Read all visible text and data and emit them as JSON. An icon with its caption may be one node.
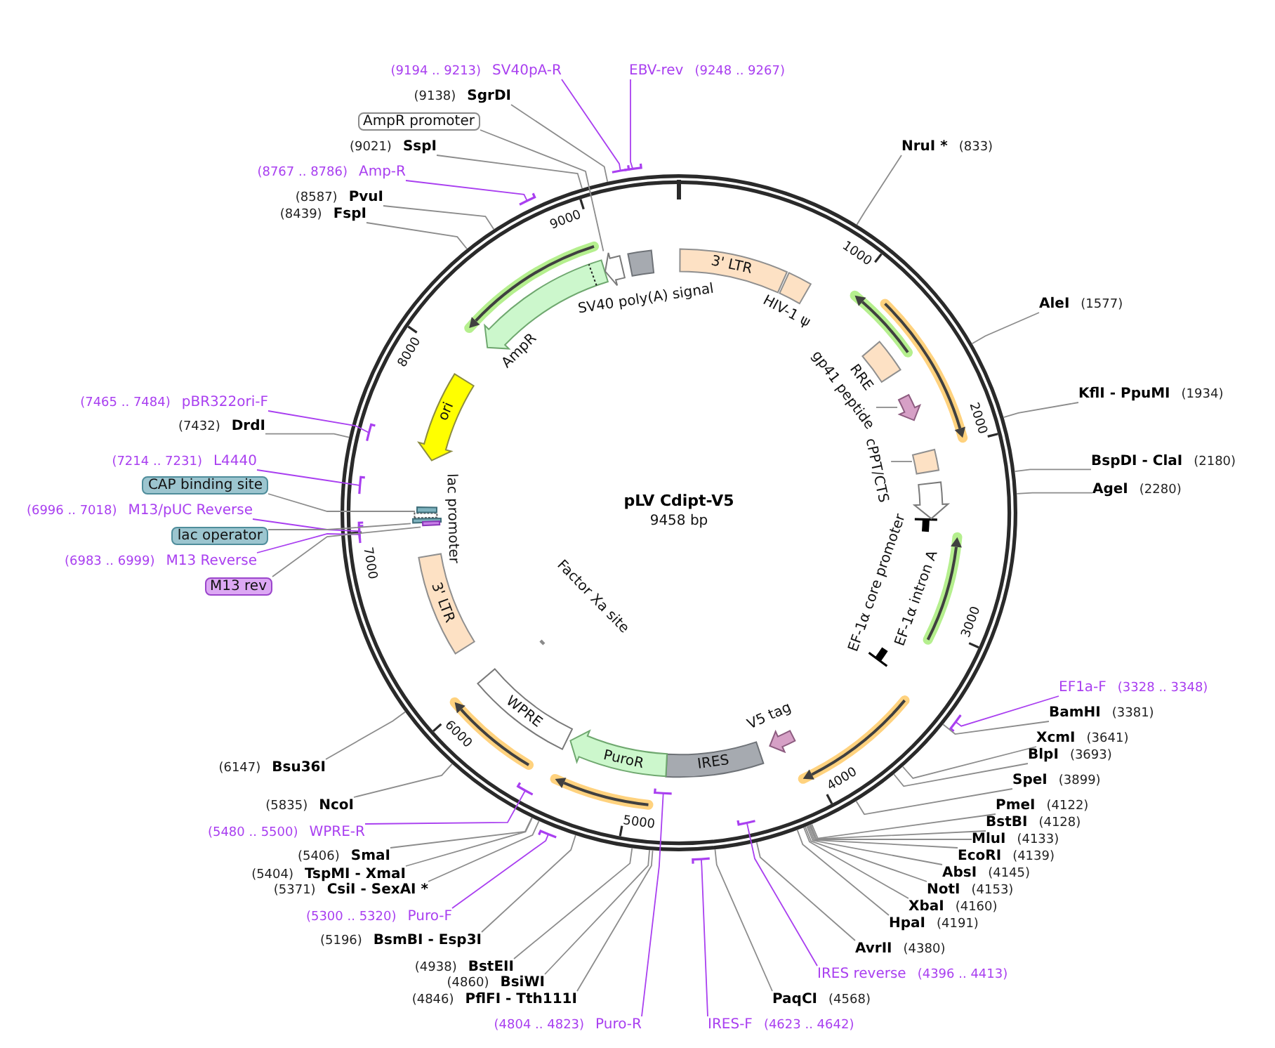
{
  "diagram": {
    "title": "pLV Cdipt-V5",
    "nodes": [
      {
        "text": [
          "(9194 .. 9213)",
          "SV40pA-R"
        ]
      },
      {
        "text": [
          "EBV-rev",
          "(9248 .. 9267)"
        ]
      },
      {
        "text": [
          "(9138)",
          "SgrDI"
        ]
      },
      {
        "text": [
          "AmpR promoter"
        ]
      },
      {
        "text": [
          "(9021)",
          "SspI"
        ]
      },
      {
        "text": [
          "(8767 .. 8786)",
          "Amp-R"
        ]
      },
      {
        "text": [
          "(8587)",
          "PvuI"
        ]
      },
      {
        "text": [
          "(8439)",
          "FspI"
        ]
      },
      {
        "text": [
          "NruI *",
          "(833)"
        ]
      },
      {
        "text": [
          "AleI",
          "(1577)"
        ]
      },
      {
        "text": [
          "KflI - PpuMI",
          "(1934)"
        ]
      },
      {
        "text": [
          "BspDI - ClaI",
          "(2180)"
        ]
      },
      {
        "text": [
          "AgeI",
          "(2280)"
        ]
      },
      {
        "text": [
          "EF1a-F",
          "(3328 .. 3348)"
        ]
      },
      {
        "text": [
          "BamHI",
          "(3381)"
        ]
      },
      {
        "text": [
          "XcmI",
          "(3641)"
        ]
      },
      {
        "text": [
          "BlpI",
          "(3693)"
        ]
      },
      {
        "text": [
          "SpeI",
          "(3899)"
        ]
      },
      {
        "text": [
          "PmeI",
          "(4122)"
        ]
      },
      {
        "text": [
          "BstBI",
          "(4128)"
        ]
      },
      {
        "text": [
          "MluI",
          "(4133)"
        ]
      },
      {
        "text": [
          "EcoRI",
          "(4139)"
        ]
      },
      {
        "text": [
          "AbsI",
          "(4145)"
        ]
      },
      {
        "text": [
          "NotI",
          "(4153)"
        ]
      },
      {
        "text": [
          "XbaI",
          "(4160)"
        ]
      },
      {
        "text": [
          "HpaI",
          "(4191)"
        ]
      },
      {
        "text": [
          "AvrII",
          "(4380)"
        ]
      },
      {
        "text": [
          "IRES reverse",
          "(4396 .. 4413)"
        ]
      },
      {
        "text": [
          "PaqCI",
          "(4568)"
        ]
      },
      {
        "text": [
          "IRES-F",
          "(4623 .. 4642)"
        ]
      },
      {
        "text": [
          "(4804 .. 4823)",
          "Puro-R"
        ]
      },
      {
        "text": [
          "(4846)",
          "PflFI - Tth111I"
        ]
      },
      {
        "text": [
          "(4860)",
          "BsiWI"
        ]
      },
      {
        "text": [
          "(4938)",
          "BstEII"
        ]
      },
      {
        "text": [
          "(5196)",
          "BsmBI - Esp3I"
        ]
      },
      {
        "text": [
          "(5300 .. 5320)",
          "Puro-F"
        ]
      },
      {
        "text": [
          "(5371)",
          "CsiI - SexAI *"
        ]
      },
      {
        "text": [
          "(5404)",
          "TspMI - XmaI"
        ]
      },
      {
        "text": [
          "(5406)",
          "SmaI"
        ]
      },
      {
        "text": [
          "(5480 .. 5500)",
          "WPRE-R"
        ]
      },
      {
        "text": [
          "(5835)",
          "NcoI"
        ]
      },
      {
        "text": [
          "(6147)",
          "Bsu36I"
        ]
      },
      {
        "text": [
          "(7465 .. 7484)",
          "pBR322ori-F"
        ]
      },
      {
        "text": [
          "(7432)",
          "DrdI"
        ]
      },
      {
        "text": [
          "(7214 .. 7231)",
          "L4440"
        ]
      },
      {
        "text": [
          "CAP binding site"
        ]
      },
      {
        "text": [
          "(6996 .. 7018)",
          "M13/pUC Reverse"
        ]
      },
      {
        "text": [
          "lac operator"
        ]
      },
      {
        "text": [
          "(6983 .. 6999)",
          "M13 Reverse"
        ]
      },
      {
        "text": [
          "M13 rev"
        ]
      },
      {
        "text": [
          "3' LTR"
        ]
      },
      {
        "text": [
          "HIV-1 ψ"
        ]
      },
      {
        "text": [
          "RRE"
        ]
      },
      {
        "text": [
          "gp41 peptide"
        ]
      },
      {
        "text": [
          "cPPT/CTS"
        ]
      },
      {
        "text": [
          "EF-1α core promoter"
        ]
      },
      {
        "text": [
          "EF-1α intron A"
        ]
      },
      {
        "text": [
          "V5 tag"
        ]
      },
      {
        "text": [
          "IRES"
        ]
      },
      {
        "text": [
          "PuroR"
        ]
      },
      {
        "text": [
          "WPRE"
        ]
      },
      {
        "text": [
          "Factor Xa site"
        ]
      },
      {
        "text": [
          "3' LTR"
        ]
      },
      {
        "text": [
          "lac promoter"
        ]
      },
      {
        "text": [
          "ori"
        ]
      },
      {
        "text": [
          "AmpR"
        ]
      },
      {
        "text": [
          "SV40 poly(A) signal"
        ]
      },
      {
        "text": [],
        "shape": "arrow"
      },
      {
        "text": [],
        "shape": "arrow"
      },
      {
        "text": [],
        "shape": "box"
      },
      {
        "text": [],
        "shape": "bar"
      },
      {
        "text": [],
        "shape": "bar"
      },
      {
        "text": [],
        "shape": "bar"
      }
    ],
    "edges": [
      {
        "from": 0,
        "to": null,
        "arrow": "none",
        "color": "#a93ff0"
      },
      {
        "from": 1,
        "to": null,
        "arrow": "none",
        "color": "#a93ff0"
      },
      {
        "from": 2,
        "to": null,
        "arrow": "none"
      },
      {
        "from": 3,
        "to": 67,
        "arrow": "none"
      },
      {
        "from": 4,
        "to": null,
        "arrow": "none"
      },
      {
        "from": 5,
        "to": null,
        "arrow": "none",
        "color": "#a93ff0"
      },
      {
        "from": 6,
        "to": null,
        "arrow": "none"
      },
      {
        "from": 7,
        "to": null,
        "arrow": "none"
      },
      {
        "from": 8,
        "to": null,
        "arrow": "none"
      },
      {
        "from": 9,
        "to": null,
        "arrow": "none"
      },
      {
        "from": 10,
        "to": null,
        "arrow": "none"
      },
      {
        "from": 11,
        "to": null,
        "arrow": "none"
      },
      {
        "from": 12,
        "to": null,
        "arrow": "none"
      },
      {
        "from": 13,
        "to": null,
        "arrow": "none",
        "color": "#a93ff0"
      },
      {
        "from": 14,
        "to": null,
        "arrow": "none"
      },
      {
        "from": 15,
        "to": null,
        "arrow": "none"
      },
      {
        "from": 16,
        "to": null,
        "arrow": "none"
      },
      {
        "from": 17,
        "to": null,
        "arrow": "none"
      },
      {
        "from": 18,
        "to": null,
        "arrow": "none"
      },
      {
        "from": 19,
        "to": null,
        "arrow": "none"
      },
      {
        "from": 20,
        "to": null,
        "arrow": "none"
      },
      {
        "from": 21,
        "to": null,
        "arrow": "none"
      },
      {
        "from": 22,
        "to": null,
        "arrow": "none"
      },
      {
        "from": 23,
        "to": null,
        "arrow": "none"
      },
      {
        "from": 24,
        "to": null,
        "arrow": "none"
      },
      {
        "from": 25,
        "to": null,
        "arrow": "none"
      },
      {
        "from": 26,
        "to": null,
        "arrow": "none"
      },
      {
        "from": 27,
        "to": null,
        "arrow": "none",
        "color": "#a93ff0"
      },
      {
        "from": 28,
        "to": null,
        "arrow": "none"
      },
      {
        "from": 29,
        "to": null,
        "arrow": "none",
        "color": "#a93ff0"
      },
      {
        "from": 30,
        "to": null,
        "arrow": "none",
        "color": "#a93ff0"
      },
      {
        "from": 31,
        "to": null,
        "arrow": "none"
      },
      {
        "from": 32,
        "to": null,
        "arrow": "none"
      },
      {
        "from": 33,
        "to": null,
        "arrow": "none"
      },
      {
        "from": 34,
        "to": null,
        "arrow": "none"
      },
      {
        "from": 35,
        "to": null,
        "arrow": "none",
        "color": "#a93ff0"
      },
      {
        "from": 36,
        "to": null,
        "arrow": "none"
      },
      {
        "from": 37,
        "to": null,
        "arrow": "none"
      },
      {
        "from": 38,
        "to": null,
        "arrow": "none"
      },
      {
        "from": 39,
        "to": null,
        "arrow": "none",
        "color": "#a93ff0"
      },
      {
        "from": 40,
        "to": null,
        "arrow": "none"
      },
      {
        "from": 41,
        "to": null,
        "arrow": "none"
      },
      {
        "from": 42,
        "to": null,
        "arrow": "none",
        "color": "#a93ff0"
      },
      {
        "from": 43,
        "to": null,
        "arrow": "none"
      },
      {
        "from": 44,
        "to": null,
        "arrow": "none",
        "color": "#a93ff0"
      },
      {
        "from": 45,
        "to": 70,
        "arrow": "none"
      },
      {
        "from": 46,
        "to": null,
        "arrow": "none",
        "color": "#a93ff0"
      },
      {
        "from": 47,
        "to": 71,
        "arrow": "none"
      },
      {
        "from": 48,
        "to": null,
        "arrow": "none",
        "color": "#a93ff0"
      },
      {
        "from": 49,
        "to": 72,
        "arrow": "none"
      },
      {
        "from": 53,
        "to": 68,
        "arrow": "none"
      },
      {
        "from": 54,
        "to": 69,
        "arrow": "none"
      }
    ],
    "labels": [
      "9458 bp",
      "1000",
      "2000",
      "3000",
      "4000",
      "5000",
      "6000",
      "7000",
      "8000",
      "9000"
    ]
  }
}
